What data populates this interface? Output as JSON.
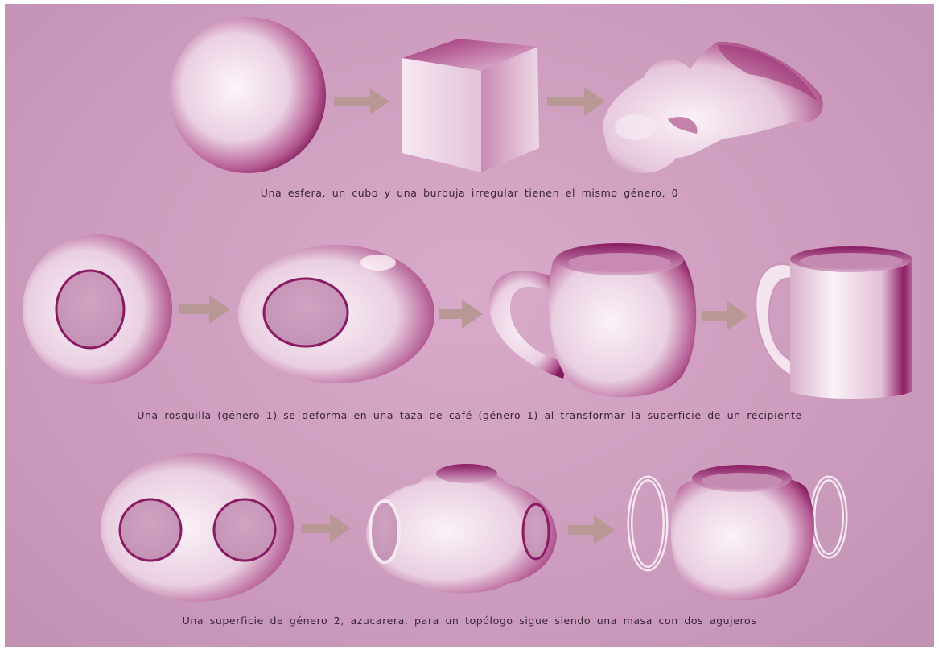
{
  "colors": {
    "background": "#cc9bbd",
    "shape_light": "#fbf2f8",
    "shape_mid": "#e4c6dc",
    "shape_dark": "#8a1a63",
    "arrow": "#b89895",
    "text": "#3a2438"
  },
  "rows": [
    {
      "shapes": [
        "sphere",
        "cube",
        "irregular-bubble"
      ],
      "caption": "Una esfera, un cubo y una burbuja irregular tienen el mismo género, 0"
    },
    {
      "shapes": [
        "torus",
        "flattened-torus",
        "rounded-cup",
        "coffee-mug"
      ],
      "caption": "Una rosquilla (género 1) se deforma en una taza de café (género 1) al transformar la superficie de un recipiente"
    },
    {
      "shapes": [
        "double-torus",
        "sugar-bowl-intermediate",
        "sugar-bowl"
      ],
      "caption": "Una superficie de género 2, azucarera, para un topólogo sigue siendo una masa con dos agujeros"
    }
  ]
}
